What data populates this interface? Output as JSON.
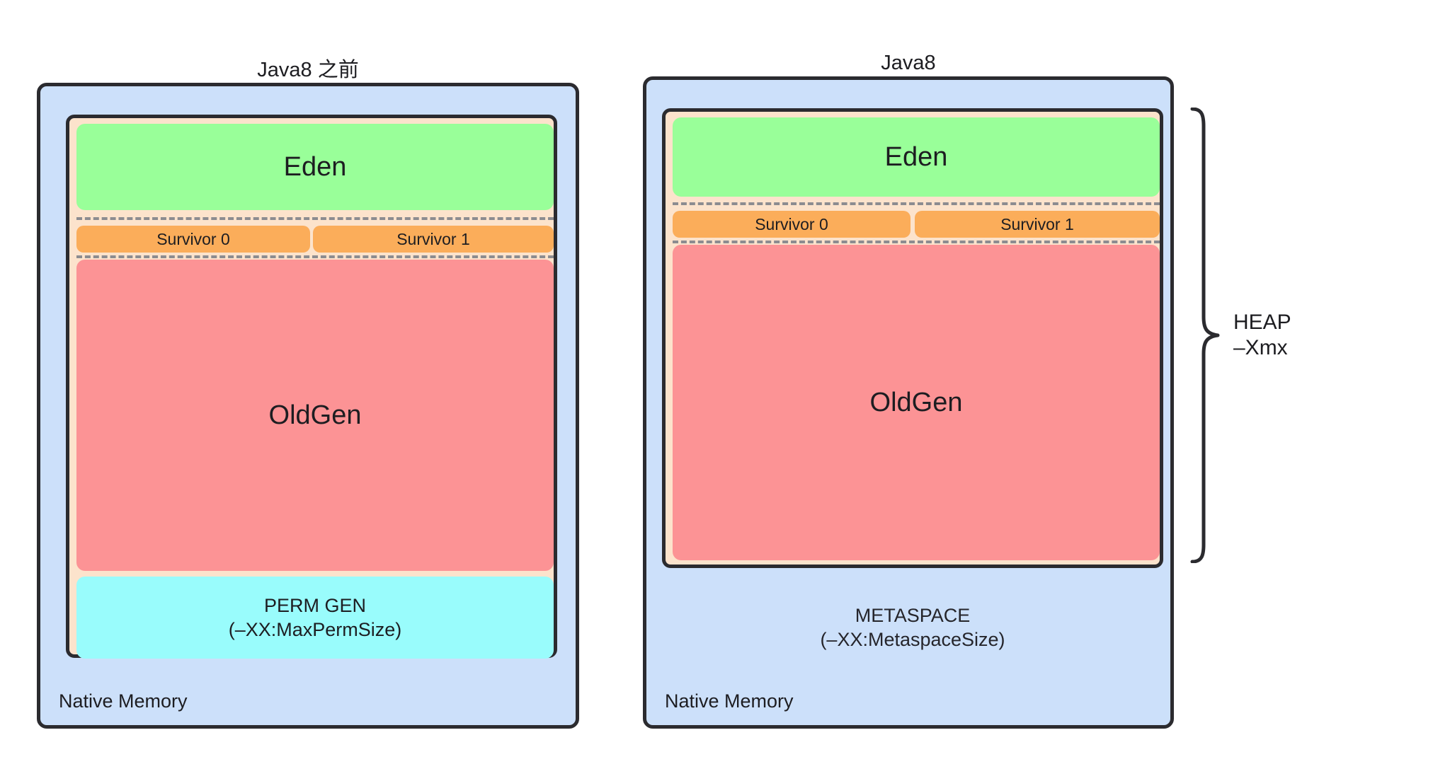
{
  "diagram": {
    "title_left": "Java8 之前",
    "title_right": "Java8"
  },
  "colors": {
    "native_memory": "#cce0fa",
    "heap_container": "#fce3cc",
    "eden": "#99ff99",
    "survivor": "#fbad5a",
    "oldgen": "#fc9395",
    "permgen": "#99fcfc",
    "border": "#2b2b2f",
    "dashed_rule": "#8c8c90"
  },
  "left_panel": {
    "native_memory_label": "Native Memory",
    "eden_label": "Eden",
    "survivor0_label": "Survivor 0",
    "survivor1_label": "Survivor 1",
    "oldgen_label": "OldGen",
    "permgen_label": "PERM GEN",
    "permgen_flag": "(–XX:MaxPermSize)"
  },
  "right_panel": {
    "native_memory_label": "Native Memory",
    "eden_label": "Eden",
    "survivor0_label": "Survivor 0",
    "survivor1_label": "Survivor 1",
    "oldgen_label": "OldGen",
    "metaspace_label": "METASPACE",
    "metaspace_flag": "(–XX:MetaspaceSize)"
  },
  "annotation": {
    "heap_label": "HEAP",
    "heap_flag": "–Xmx"
  }
}
